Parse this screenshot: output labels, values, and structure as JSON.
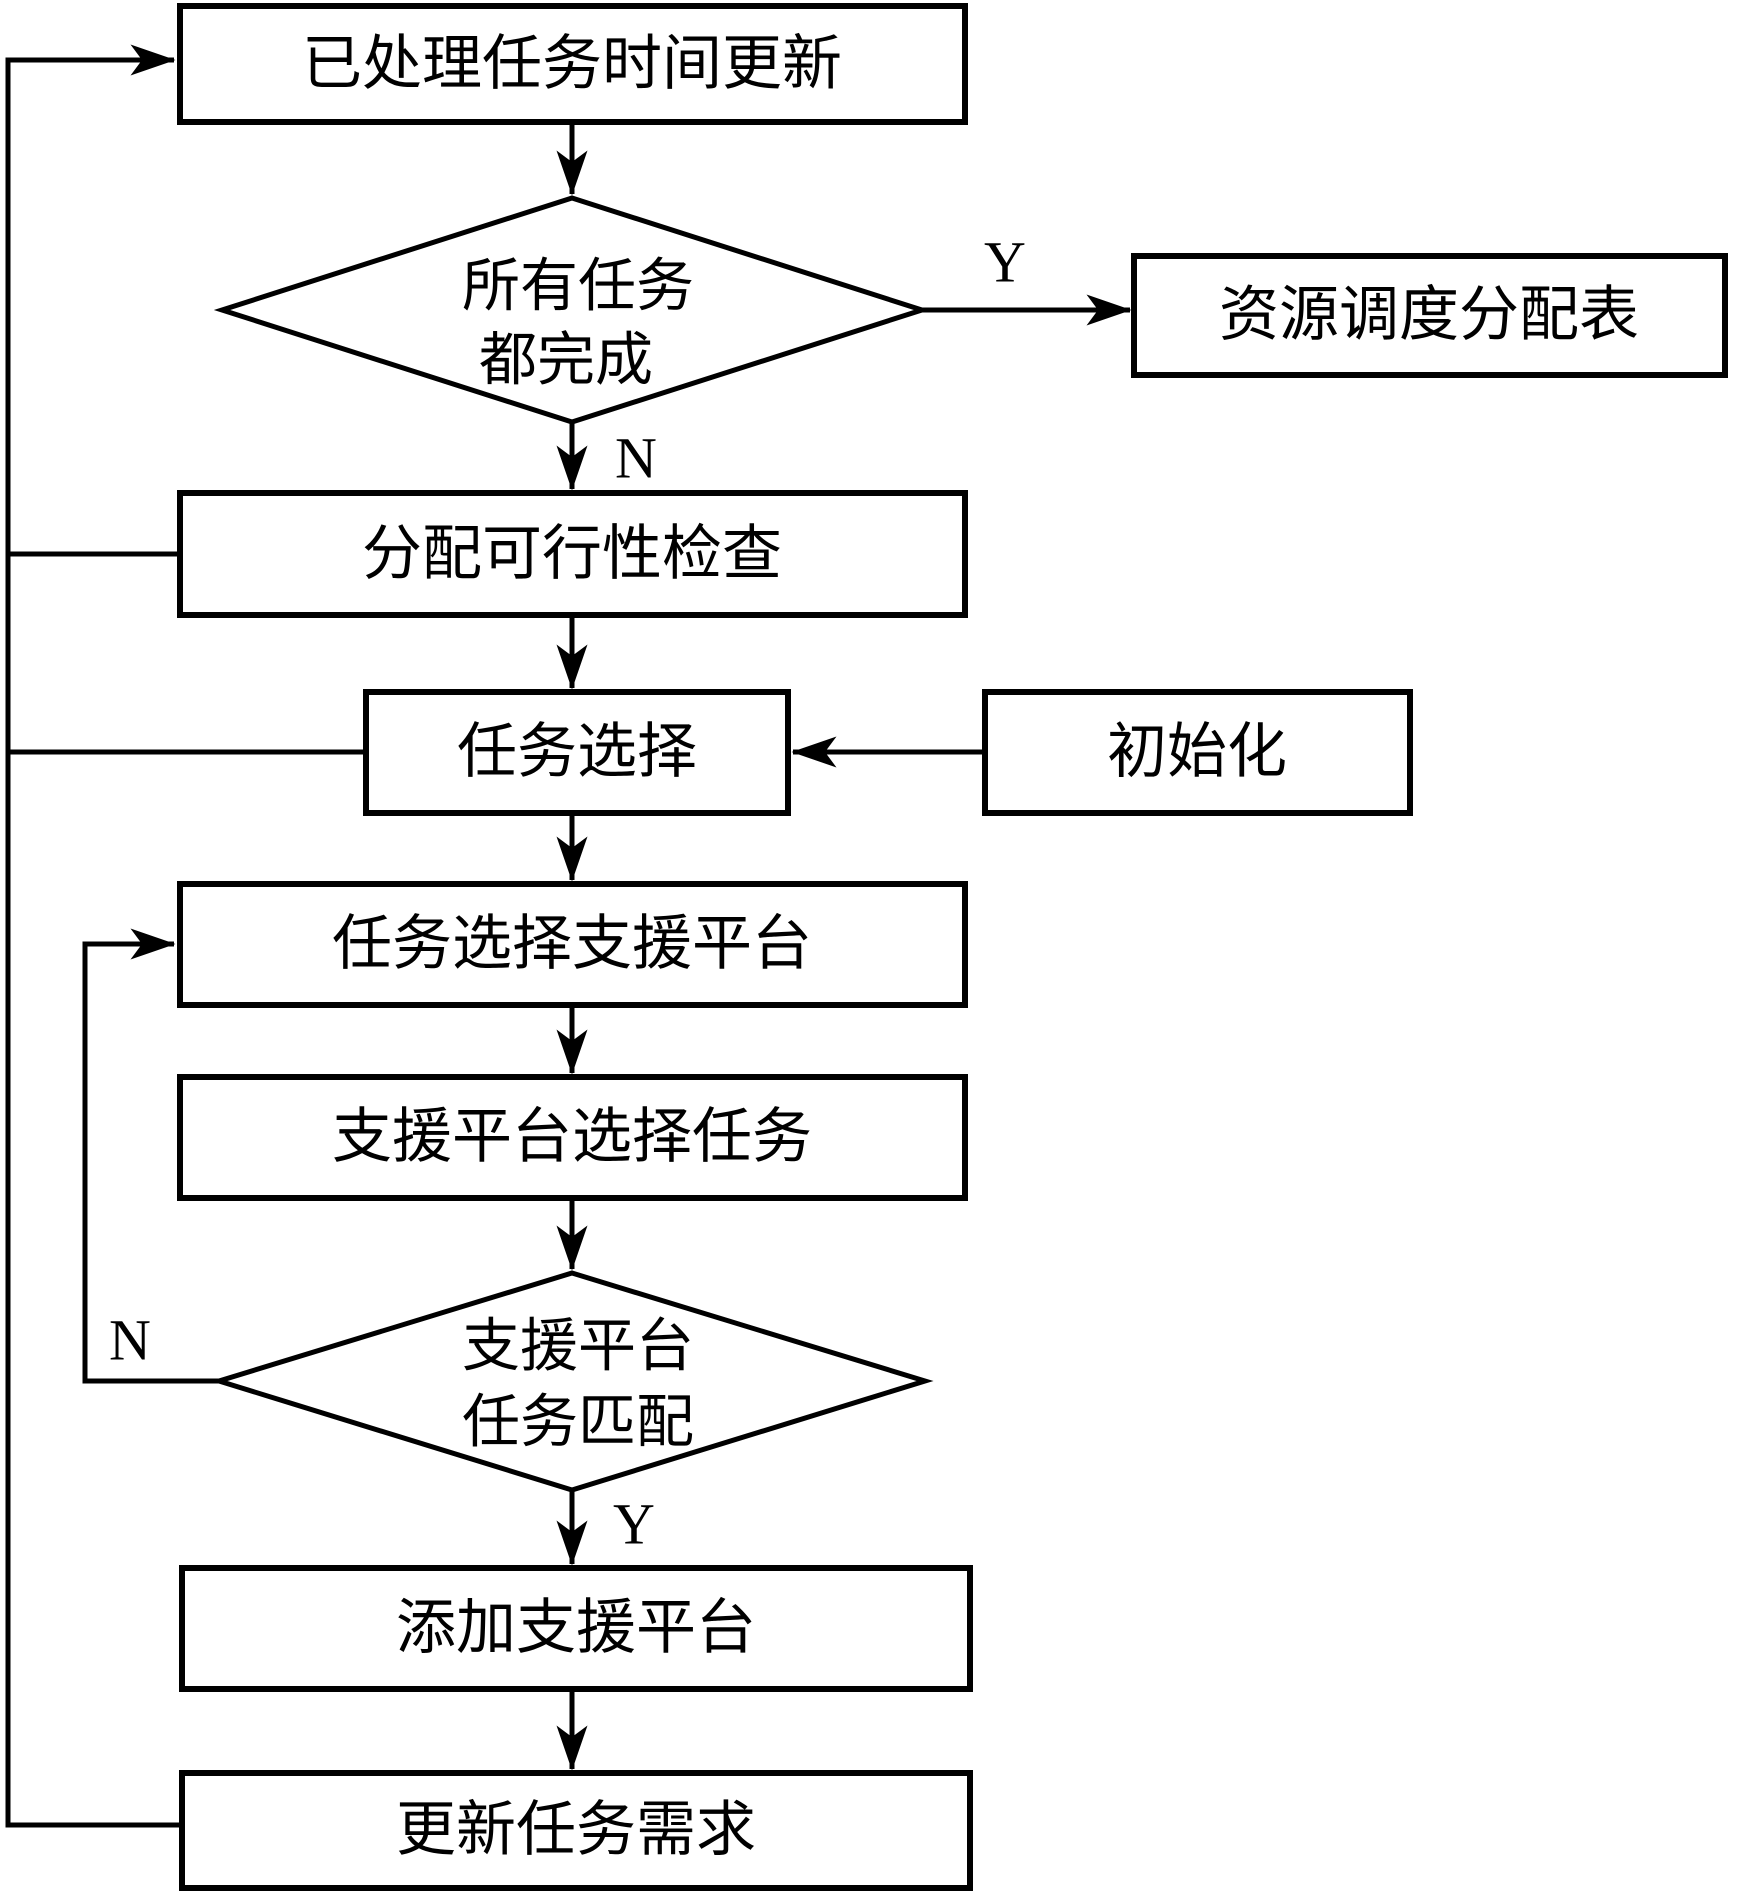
{
  "colors": {
    "stroke": "#000000",
    "background": "#ffffff"
  },
  "nodes": {
    "update_time": {
      "label": "已处理任务时间更新"
    },
    "all_tasks_done": {
      "line1": "所有任务",
      "line2": "都完成"
    },
    "resource_table": {
      "label": "资源调度分配表"
    },
    "feasibility_check": {
      "label": "分配可行性检查"
    },
    "task_select": {
      "label": "任务选择"
    },
    "initialize": {
      "label": "初始化"
    },
    "task_selects_platform": {
      "label": "任务选择支援平台"
    },
    "platform_selects_task": {
      "label": "支援平台选择任务"
    },
    "platform_task_match": {
      "line1": "支援平台",
      "line2": "任务匹配"
    },
    "add_platform": {
      "label": "添加支援平台"
    },
    "update_task_demand": {
      "label": "更新任务需求"
    }
  },
  "edge_labels": {
    "all_done_yes": "Y",
    "all_done_no": "N",
    "match_no": "N",
    "match_yes": "Y"
  }
}
